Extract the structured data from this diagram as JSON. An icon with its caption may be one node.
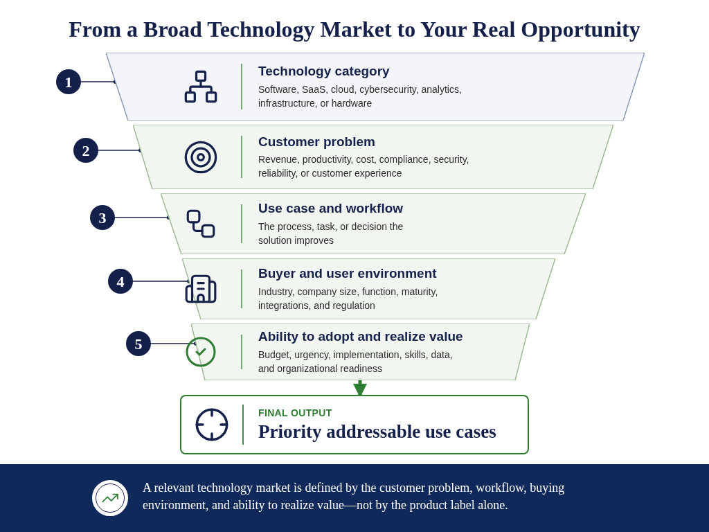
{
  "diagram": {
    "title": "From a Broad Technology Market to Your Real Opportunity",
    "nodes": [
      {
        "text": [
          "Technology category",
          "Software, SaaS, cloud, cybersecurity, analytics, infrastructure, or hardware"
        ]
      },
      {
        "text": [
          "Customer problem",
          "Revenue, productivity, cost, compliance, security, reliability, or customer experience"
        ]
      },
      {
        "text": [
          "Use case and workflow",
          "The process, task, or decision the solution improves"
        ]
      },
      {
        "text": [
          "Buyer and user environment",
          "Industry, company size, function, maturity, integrations, and regulation"
        ]
      },
      {
        "text": [
          "Ability to adopt and realize value",
          "Budget, urgency, implementation, skills, data, and organizational readiness"
        ]
      },
      {
        "text": [
          "FINAL OUTPUT",
          "Priority addressable use cases"
        ]
      },
      {
        "text": [
          "1"
        ]
      },
      {
        "text": [
          "2"
        ]
      },
      {
        "text": [
          "3"
        ]
      },
      {
        "text": [
          "4"
        ]
      },
      {
        "text": [
          "5"
        ]
      },
      {
        "text": [
          "A relevant technology market is defined by the customer problem, workflow, buying environment, and ability to realize value—not by the product label alone."
        ]
      }
    ],
    "edges": [
      {
        "from": 6,
        "to": 0,
        "arrow": "other"
      },
      {
        "from": 7,
        "to": 1,
        "arrow": "other"
      },
      {
        "from": 8,
        "to": 2,
        "arrow": "other"
      },
      {
        "from": 9,
        "to": 3,
        "arrow": "other"
      },
      {
        "from": 10,
        "to": 4,
        "arrow": "other"
      },
      {
        "from": 4,
        "to": 5,
        "arrow": "to",
        "style": "thick",
        "color": "#2e7d32"
      }
    ]
  }
}
